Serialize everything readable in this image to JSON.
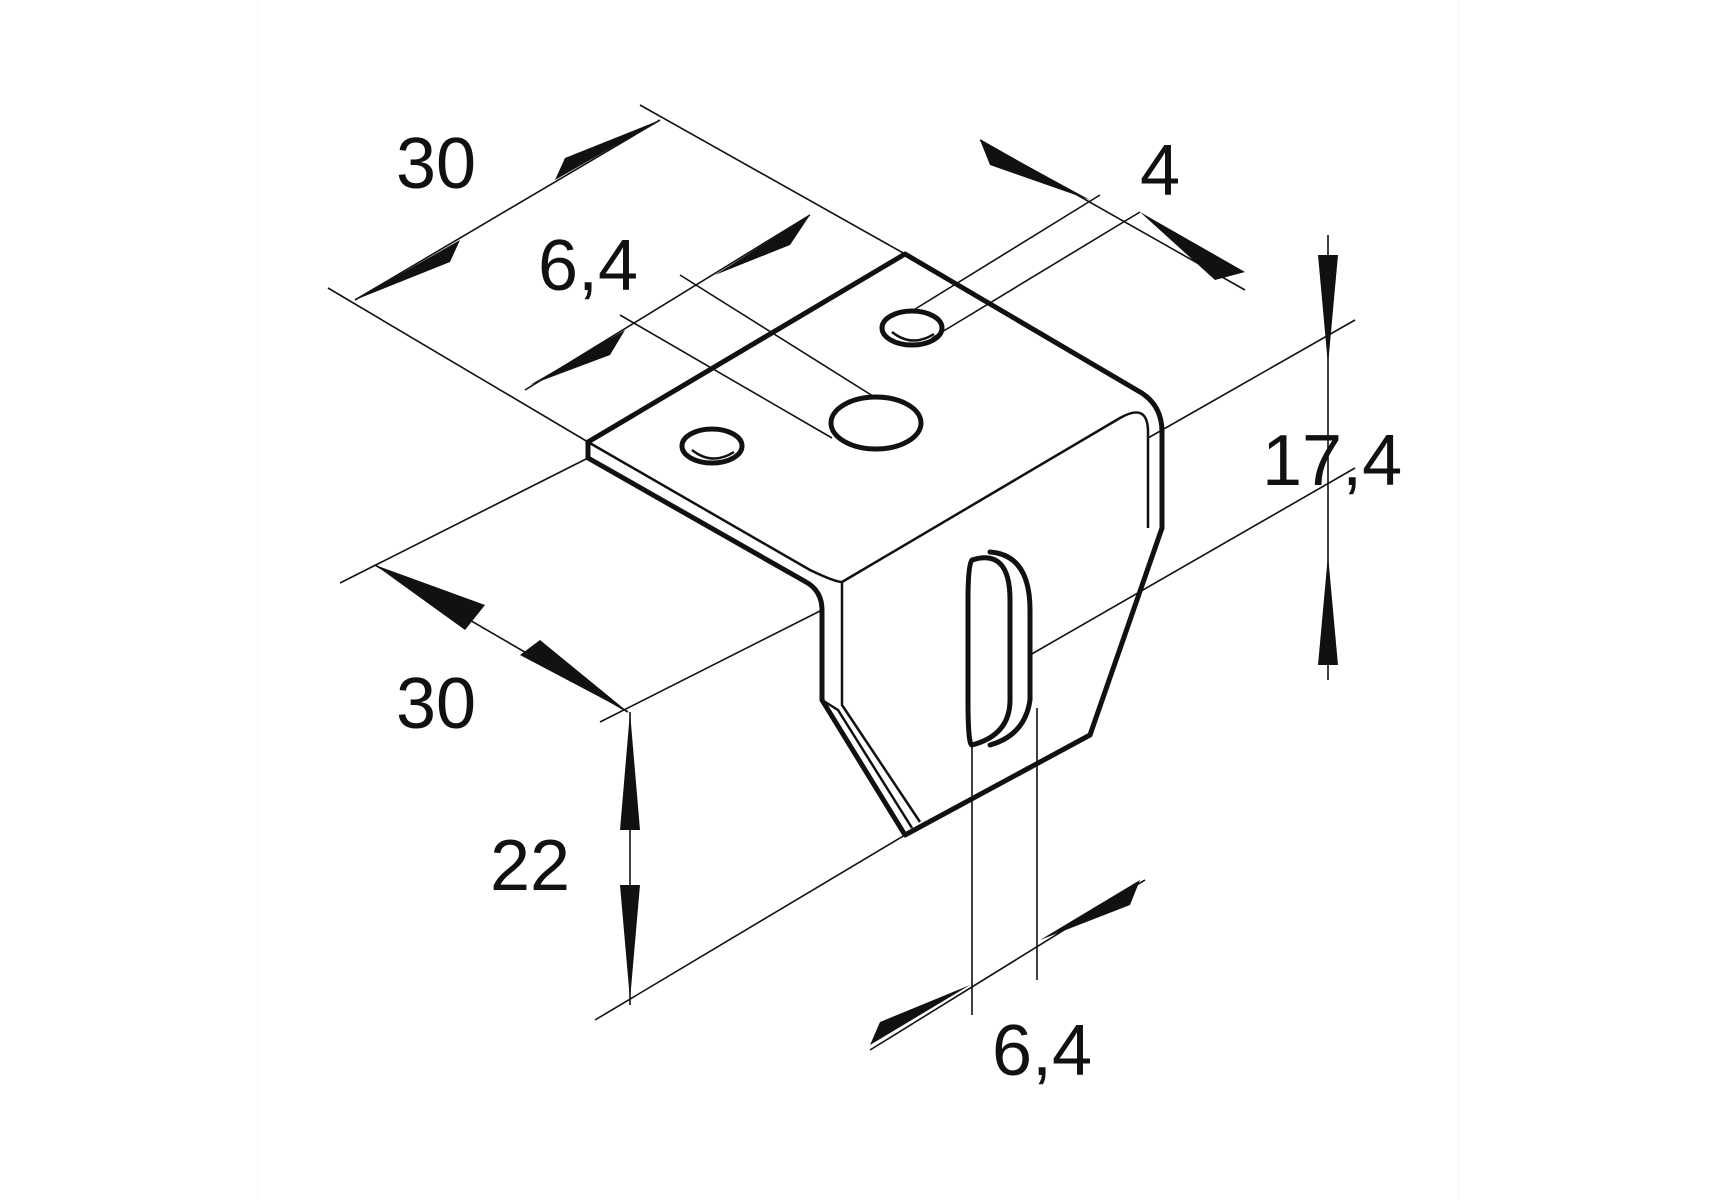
{
  "drawing": {
    "colors": {
      "line": "#111111",
      "background": "#ffffff"
    },
    "dimensions": {
      "top_length": "30",
      "top_hole_diameter": "6,4",
      "small_hole_width": "4",
      "side_height": "17,4",
      "depth": "30",
      "total_height": "22",
      "slot_width": "6,4"
    }
  }
}
